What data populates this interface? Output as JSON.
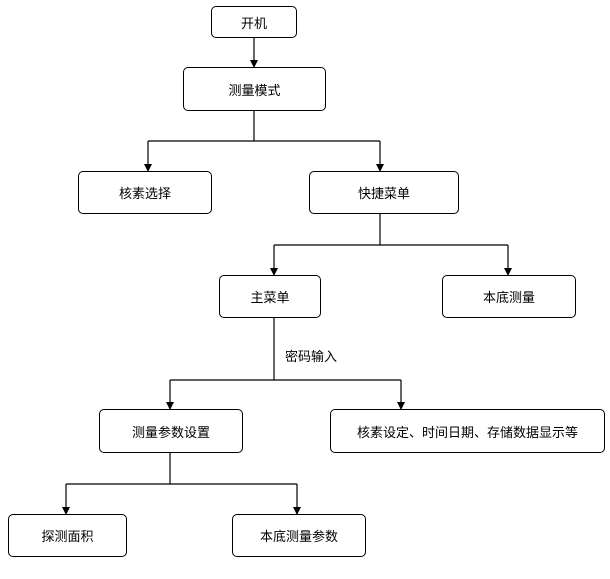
{
  "nodes": {
    "power_on": "开机",
    "measure_mode": "测量模式",
    "nuclide_select": "核素选择",
    "quick_menu": "快捷菜单",
    "main_menu": "主菜单",
    "background_measure": "本底测量",
    "measure_param_settings": "测量参数设置",
    "system_settings": "核素设定、时间日期、存储数据显示等",
    "probe_area": "探测面积",
    "background_measure_params": "本底测量参数"
  },
  "edge_labels": {
    "password_input": "密码输入"
  },
  "colors": {
    "line": "#000000",
    "node_border": "#000000",
    "background": "#ffffff"
  }
}
